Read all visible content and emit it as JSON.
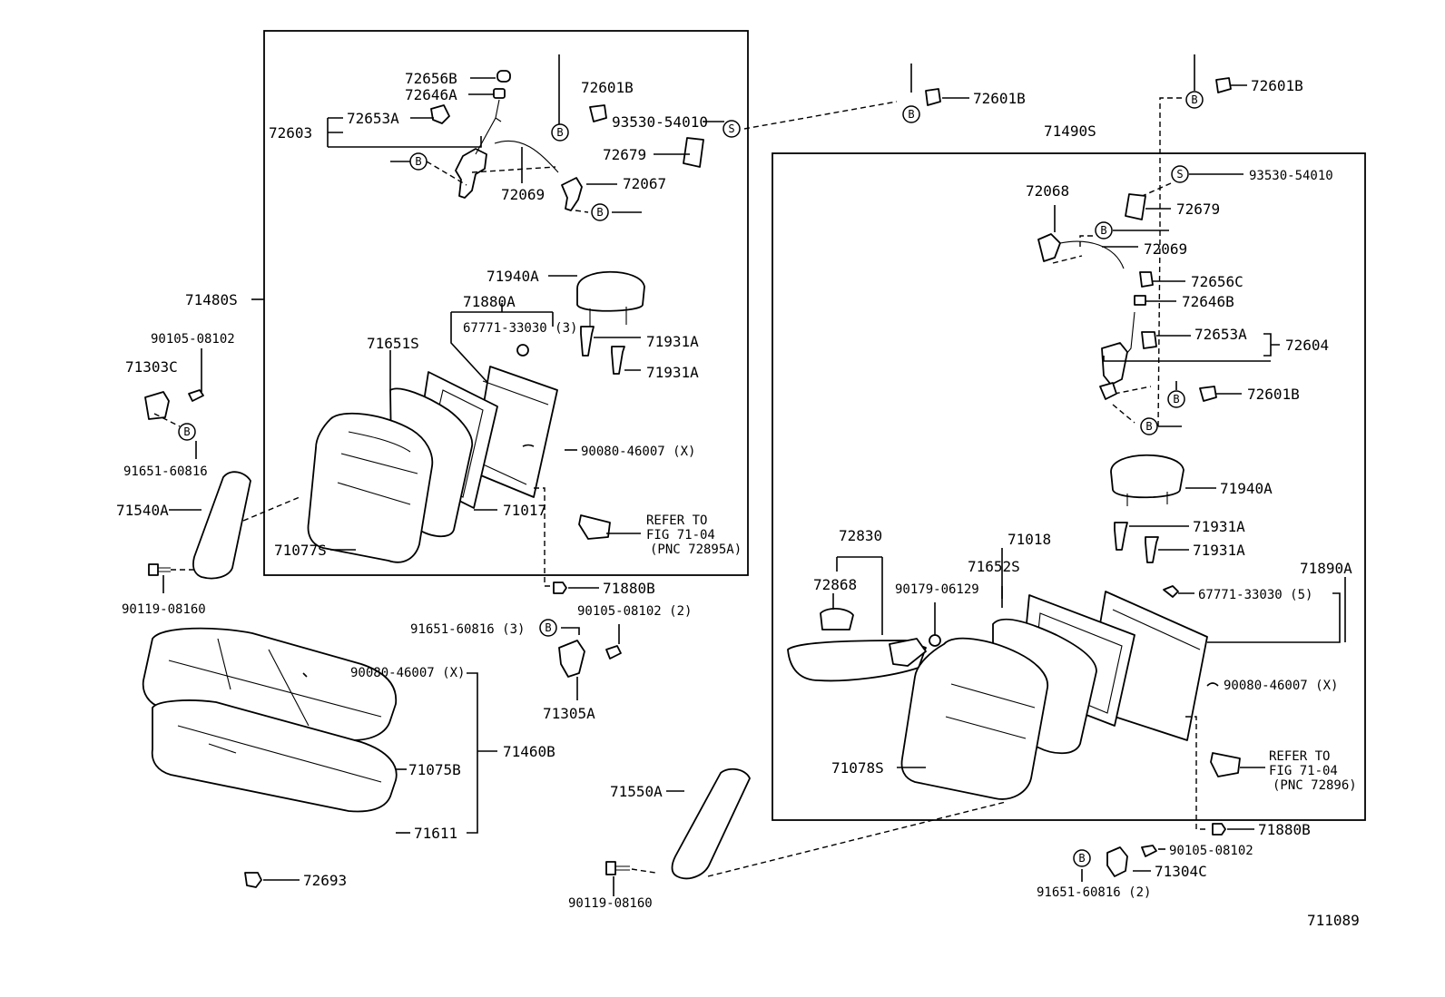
{
  "figure_id": "711089",
  "labels": {
    "l72656B": "72656B",
    "l72646A": "72646A",
    "l72653A_l": "72653A",
    "l72603": "72603",
    "l72601B_a": "72601B",
    "l93530_l": "93530-54010",
    "l72679_l": "72679",
    "l72069_l": "72069",
    "l72067": "72067",
    "l71940A_l": "71940A",
    "l71880A": "71880A",
    "l67771_l": "67771-33030 (3)",
    "l71931A_a": "71931A",
    "l71931A_b": "71931A",
    "l71651S": "71651S",
    "l90080_a": "90080-46007 (X)",
    "l71017": "71017",
    "l71077S": "71077S",
    "refer_a1": "REFER TO",
    "refer_a2": "FIG 71-04",
    "refer_a3": "(PNC 72895A)",
    "l71880B_a": "71880B",
    "l71480S": "71480S",
    "l90105_a": "90105-08102",
    "l71303C": "71303C",
    "l91651_a": "91651-60816",
    "l71540A": "71540A",
    "l90119_a": "90119-08160",
    "l91651_b": "91651-60816 (3)",
    "l90105_b": "90105-08102 (2)",
    "l71305A": "71305A",
    "l90080_b": "90080-46007 (X)",
    "l71460B": "71460B",
    "l71075B": "71075B",
    "l71611": "71611",
    "l72693": "72693",
    "l71550A": "71550A",
    "l90119_b": "90119-08160",
    "l72601B_b": "72601B",
    "l72601B_c": "72601B",
    "l71490S": "71490S",
    "l93530_r": "93530-54010",
    "l72068": "72068",
    "l72679_r": "72679",
    "l72069_r": "72069",
    "l72656C": "72656C",
    "l72646B": "72646B",
    "l72653A_r": "72653A",
    "l72604": "72604",
    "l72601B_d": "72601B",
    "l71940A_r": "71940A",
    "l71931A_c": "71931A",
    "l71931A_d": "71931A",
    "l72830": "72830",
    "l71018": "71018",
    "l72868": "72868",
    "l90179": "90179-06129",
    "l71652S": "71652S",
    "l71890A": "71890A",
    "l67771_r": "67771-33030 (5)",
    "l90080_c": "90080-46007 (X)",
    "l71078S": "71078S",
    "refer_b1": "REFER TO",
    "refer_b2": "FIG 71-04",
    "refer_b3": "(PNC 72896)",
    "l71880B_b": "71880B",
    "l90105_c": "90105-08102",
    "l71304C": "71304C",
    "l91651_c": "91651-60816 (2)",
    "l711089": "711089"
  },
  "symbols": {
    "bolt_b": "B",
    "screw_s": "S"
  }
}
